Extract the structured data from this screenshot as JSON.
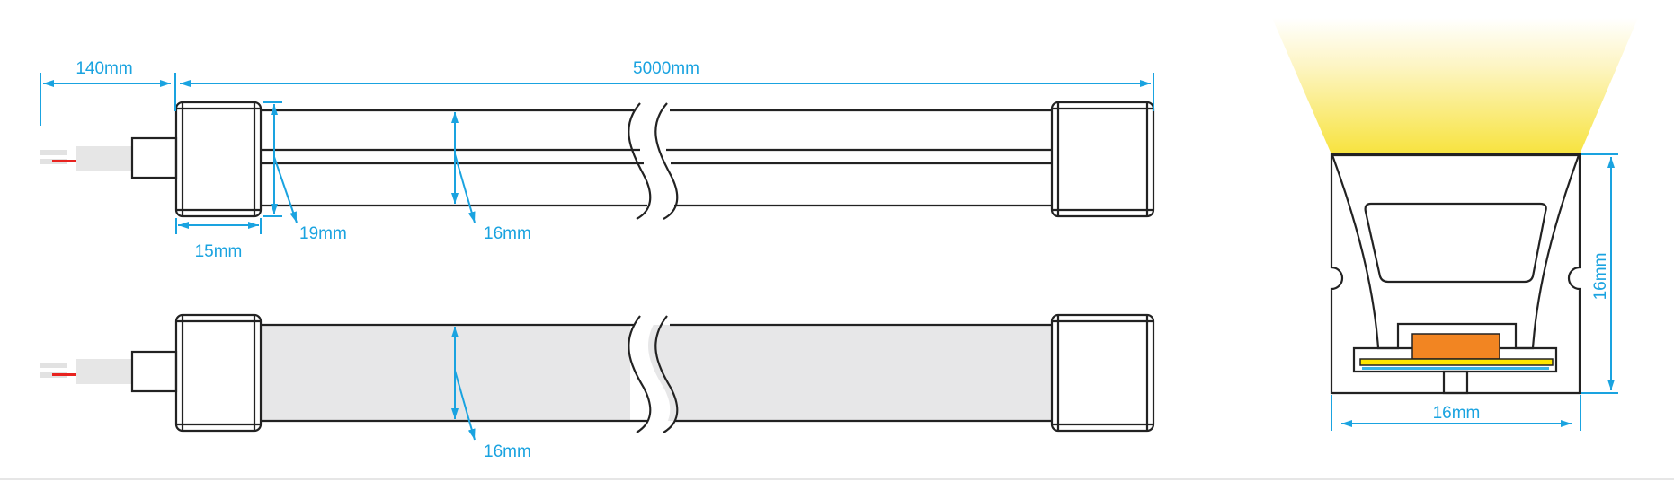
{
  "colors": {
    "dimension": "#1aa3e0",
    "outline": "#222222",
    "light_beam": "#f7e64a",
    "led_chip": "#f28522",
    "pcb": "#ffe600",
    "adhesive": "#3ab4e6",
    "silicone_outer": "#d3d5d6",
    "silicone_inner": "#e8e9e9",
    "red_wire": "#e8231f"
  },
  "top_view": {
    "cable_length_label": "140mm",
    "strip_length_label": "5000mm",
    "end_cap_height_label": "19mm",
    "end_cap_width_label": "15mm",
    "strip_height_label": "16mm"
  },
  "bottom_view": {
    "strip_height_label": "16mm"
  },
  "cross_section": {
    "height_label": "16mm",
    "width_label": "16mm"
  }
}
